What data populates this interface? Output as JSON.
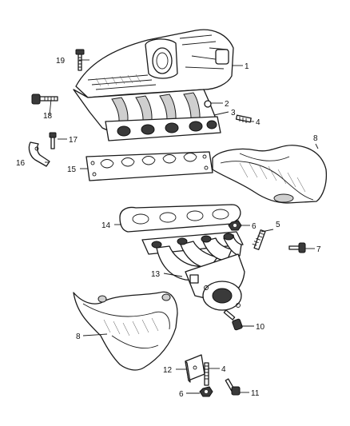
{
  "callouts": {
    "c1": "1",
    "c2": "2",
    "c3": "3",
    "c4a": "4",
    "c4b": "4",
    "c5": "5",
    "c6a": "6",
    "c6b": "6",
    "c7": "7",
    "c8a": "8",
    "c8b": "8",
    "c10": "10",
    "c11": "11",
    "c12": "12",
    "c13": "13",
    "c14": "14",
    "c15": "15",
    "c16": "16",
    "c17": "17",
    "c18": "18",
    "c19": "19"
  },
  "parts": [
    "intake-manifold",
    "bolt",
    "plug",
    "heat-shield",
    "gasket",
    "exhaust-manifold",
    "stud",
    "nut",
    "bracket"
  ]
}
